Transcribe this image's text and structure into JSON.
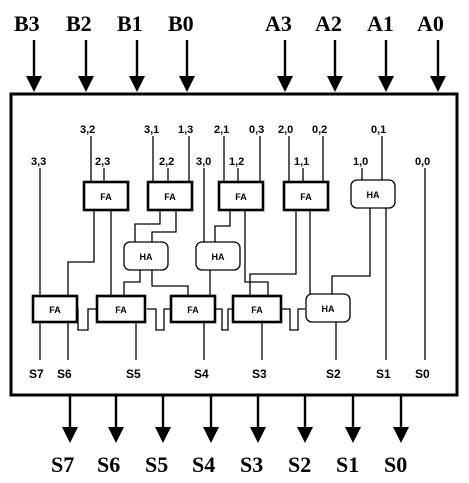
{
  "inputs": {
    "B3": "B3",
    "B2": "B2",
    "B1": "B1",
    "B0": "B0",
    "A3": "A3",
    "A2": "A2",
    "A1": "A1",
    "A0": "A0"
  },
  "outputs": {
    "S7": "S7",
    "S6": "S6",
    "S5": "S5",
    "S4": "S4",
    "S3": "S3",
    "S2": "S2",
    "S1": "S1",
    "S0": "S0"
  },
  "partial_products": {
    "p32": "3,2",
    "p31": "3,1",
    "p13": "1,3",
    "p21": "2,1",
    "p03": "0,3",
    "p20": "2,0",
    "p02": "0,2",
    "p01": "0,1",
    "p33": "3,3",
    "p23": "2,3",
    "p22": "2,2",
    "p30": "3,0",
    "p12": "1,2",
    "p11": "1,1",
    "p10": "1,0",
    "p00": "0,0"
  },
  "blocks": {
    "full_adder": "FA",
    "half_adder": "HA"
  }
}
